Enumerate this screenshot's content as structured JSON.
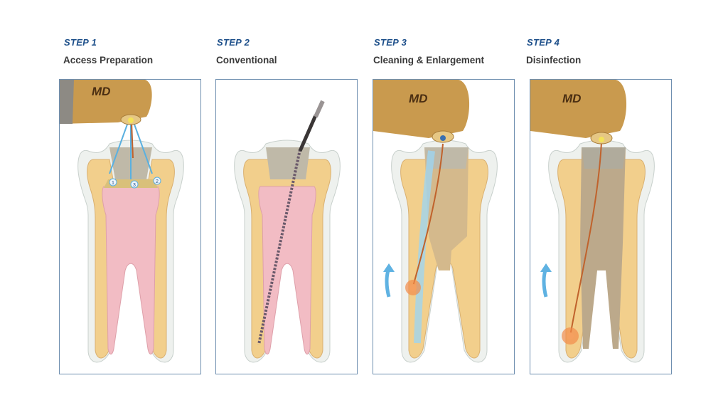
{
  "steps": [
    {
      "step": "STEP 1",
      "title": "Access Preparation",
      "handpiece_logo": "MD",
      "canal_markers": [
        "1",
        "3",
        "2"
      ]
    },
    {
      "step": "STEP 2",
      "title": "Conventional"
    },
    {
      "step": "STEP 3",
      "title": "Cleaning & Enlargement",
      "handpiece_logo": "MD"
    },
    {
      "step": "STEP 4",
      "title": "Disinfection",
      "handpiece_logo": "MD"
    }
  ],
  "colors": {
    "step_label": "#1d4f8a",
    "title": "#3a3a3a",
    "panel_border": "#6f8fb0",
    "enamel": "#eef1ee",
    "dentin": "#f2cf8c",
    "pulp": "#f2bcc4",
    "handpiece": "#c99a4e",
    "laser_blue": "#5ab0e0",
    "arrow_blue": "#5fb2e2"
  }
}
